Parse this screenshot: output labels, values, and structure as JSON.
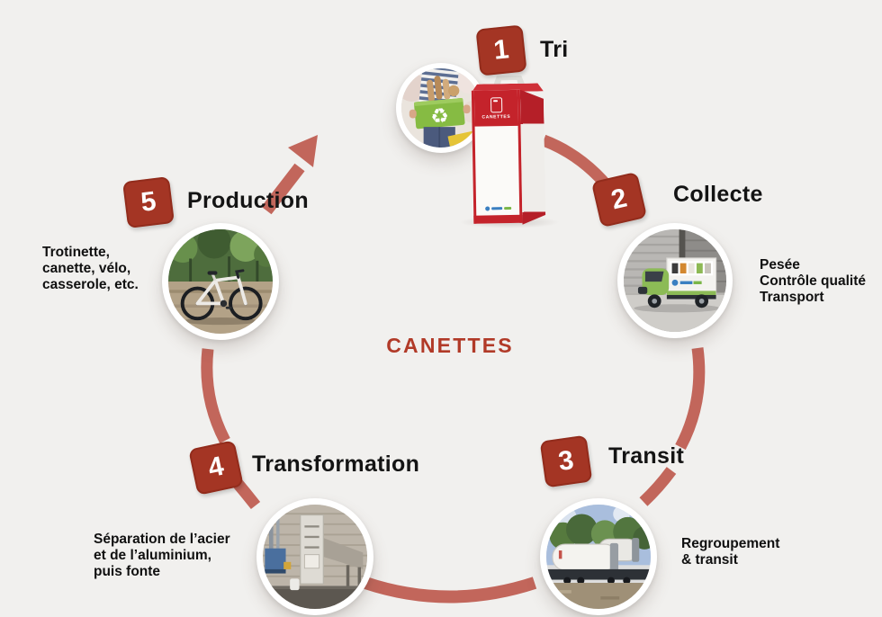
{
  "title": {
    "center_label": "CANETTES"
  },
  "colors": {
    "background": "#f1f0ee",
    "badge_red": "#a43524",
    "arc_red": "#c2665b",
    "title_red": "#b13a28",
    "heading_text": "#141414",
    "box_red": "#c4232b",
    "bin_green": "#86bb43",
    "truck_green": "#8cbb56"
  },
  "steps": [
    {
      "number": "1",
      "label": "Tri",
      "lines": []
    },
    {
      "number": "2",
      "label": "Collecte",
      "lines": [
        "Pesée",
        "Contrôle qualité",
        "Transport"
      ]
    },
    {
      "number": "3",
      "label": "Transit",
      "lines": [
        "Regroupement",
        "& transit"
      ]
    },
    {
      "number": "4",
      "label": "Transformation",
      "lines": [
        "Séparation de l’acier",
        "et de l’aluminium,",
        "puis fonte"
      ]
    },
    {
      "number": "5",
      "label": "Production",
      "lines": [
        "Trotinette,",
        "canette, vélo,",
        "casserole, etc."
      ]
    }
  ],
  "collection_box": {
    "front_label": "CANETTES"
  }
}
